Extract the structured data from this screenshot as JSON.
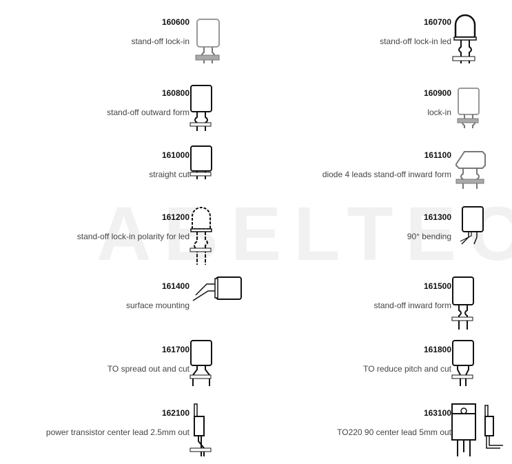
{
  "watermark": "ABELTEC",
  "items": [
    {
      "code": "160600",
      "label": "stand-off lock-in",
      "icon": "capacitor-lock-in-icon"
    },
    {
      "code": "160700",
      "label": "stand-off lock-in led",
      "icon": "led-lock-in-icon"
    },
    {
      "code": "160800",
      "label": "stand-off outward form",
      "icon": "capacitor-outward-form-icon"
    },
    {
      "code": "160900",
      "label": "lock-in",
      "icon": "capacitor-lock-in-icon"
    },
    {
      "code": "161000",
      "label": "straight cut",
      "icon": "capacitor-straight-cut-icon"
    },
    {
      "code": "161100",
      "label": "diode 4 leads stand-off inward form",
      "icon": "diode-4-leads-icon"
    },
    {
      "code": "161200",
      "label": "stand-off lock-in polarity for led",
      "icon": "led-polarity-icon"
    },
    {
      "code": "161300",
      "label": "90° bending",
      "icon": "capacitor-90-bending-icon"
    },
    {
      "code": "161400",
      "label": "surface mounting",
      "icon": "capacitor-surface-mount-icon"
    },
    {
      "code": "161500",
      "label": "stand-off inward form",
      "icon": "capacitor-inward-form-icon"
    },
    {
      "code": "161700",
      "label": "TO spread out and cut",
      "icon": "capacitor-spread-cut-icon"
    },
    {
      "code": "161800",
      "label": "TO reduce pitch and cut",
      "icon": "capacitor-reduce-pitch-icon"
    },
    {
      "code": "162100",
      "label": "power transistor center lead 2.5mm out",
      "icon": "transistor-center-lead-icon"
    },
    {
      "code": "163100",
      "label": "TO220 90 center lead 5mm out",
      "icon": "to220-90-icon"
    }
  ]
}
